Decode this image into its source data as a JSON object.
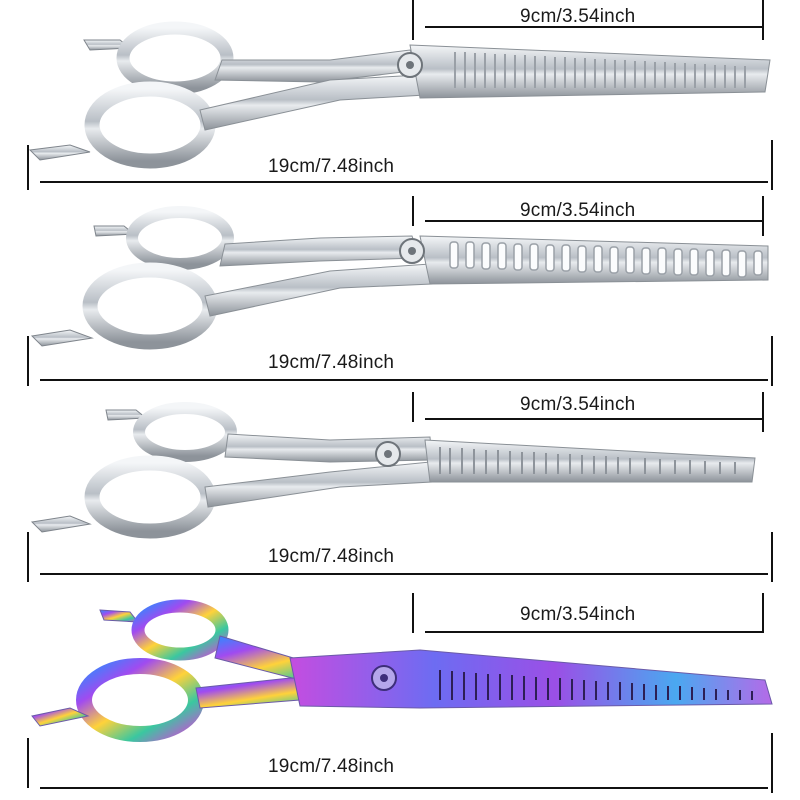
{
  "panels": [
    {
      "finish": "silver",
      "blade_label": "9cm/3.54inch",
      "total_label": "19cm/7.48inch",
      "accent": "#c9ced4"
    },
    {
      "finish": "silver",
      "blade_label": "9cm/3.54inch",
      "total_label": "19cm/7.48inch",
      "accent": "#c9ced4"
    },
    {
      "finish": "silver",
      "blade_label": "9cm/3.54inch",
      "total_label": "19cm/7.48inch",
      "accent": "#c9ced4"
    },
    {
      "finish": "rainbow-titanium",
      "blade_label": "9cm/3.54inch",
      "total_label": "19cm/7.48inch",
      "accent": "#7b5cd6"
    }
  ]
}
